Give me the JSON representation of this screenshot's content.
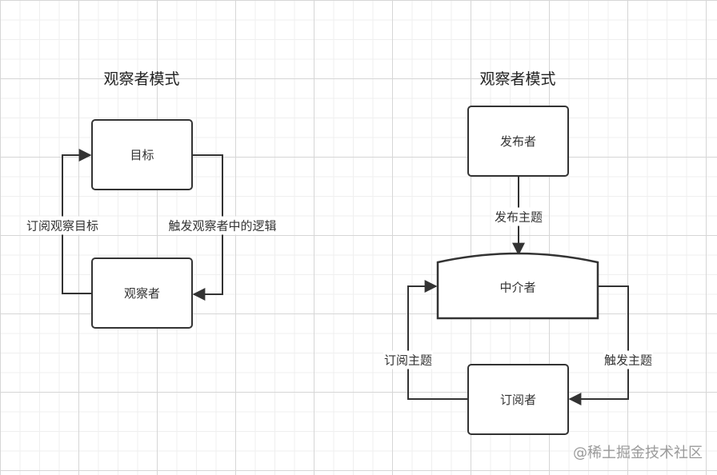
{
  "left_diagram": {
    "title": "观察者模式",
    "subject_label": "目标",
    "observer_label": "观察者",
    "subscribe_label": "订阅观察目标",
    "trigger_label": "触发观察者中的逻辑"
  },
  "right_diagram": {
    "title": "观察者模式",
    "publisher_label": "发布者",
    "publish_label": "发布主题",
    "mediator_label": "中介者",
    "subscriber_label": "订阅者",
    "subscribe_label": "订阅主题",
    "trigger_label": "触发主题"
  },
  "watermark": "@稀土掘金技术社区",
  "colors": {
    "stroke": "#333333",
    "grid": "#d6d6d6",
    "watermark": "#9a9a9a"
  }
}
